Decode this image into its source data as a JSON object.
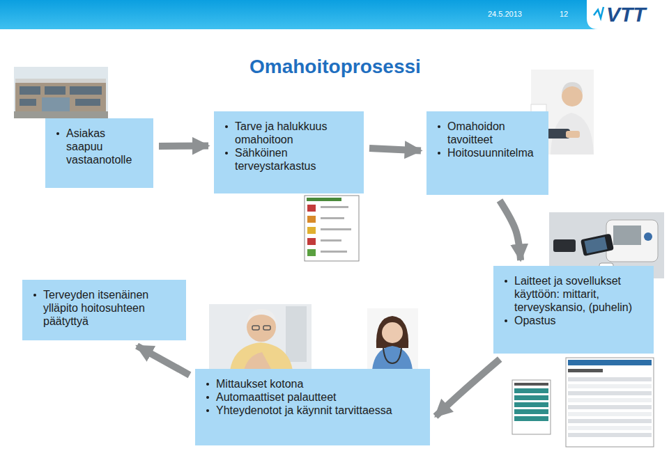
{
  "diagram": {
    "title": "Omahoitoprosessi",
    "nodes": [
      {
        "text": [
          "Asiakas saapuu vastaanotolle"
        ]
      },
      {
        "text": [
          "Tarve ja halukkuus omahoitoon",
          "Sähköinen terveystarkastus"
        ]
      },
      {
        "text": [
          "Omahoidon tavoitteet",
          "Hoitosuunnitelma"
        ]
      },
      {
        "text": [
          "Laitteet ja sovellukset käyttöön: mittarit, terveyskansio, (puhelin)",
          "Opastus"
        ]
      },
      {
        "text": [
          "Mittaukset kotona",
          "Automaattiset palautteet",
          "Yhteydenotot ja käynnit tarvittaessa"
        ]
      },
      {
        "text": [
          "Terveyden itsenäinen ylläpito hoitosuhteen päätyttyä"
        ]
      }
    ],
    "edges": [
      {
        "from": 0,
        "to": 1,
        "arrow": "to"
      },
      {
        "from": 1,
        "to": 2,
        "arrow": "to"
      },
      {
        "from": 2,
        "to": 3,
        "arrow": "to"
      },
      {
        "from": 3,
        "to": 4,
        "arrow": "to"
      },
      {
        "from": 4,
        "to": 5,
        "arrow": "to"
      }
    ],
    "labels": [
      "24.5.2013",
      "12",
      "VTT"
    ]
  }
}
